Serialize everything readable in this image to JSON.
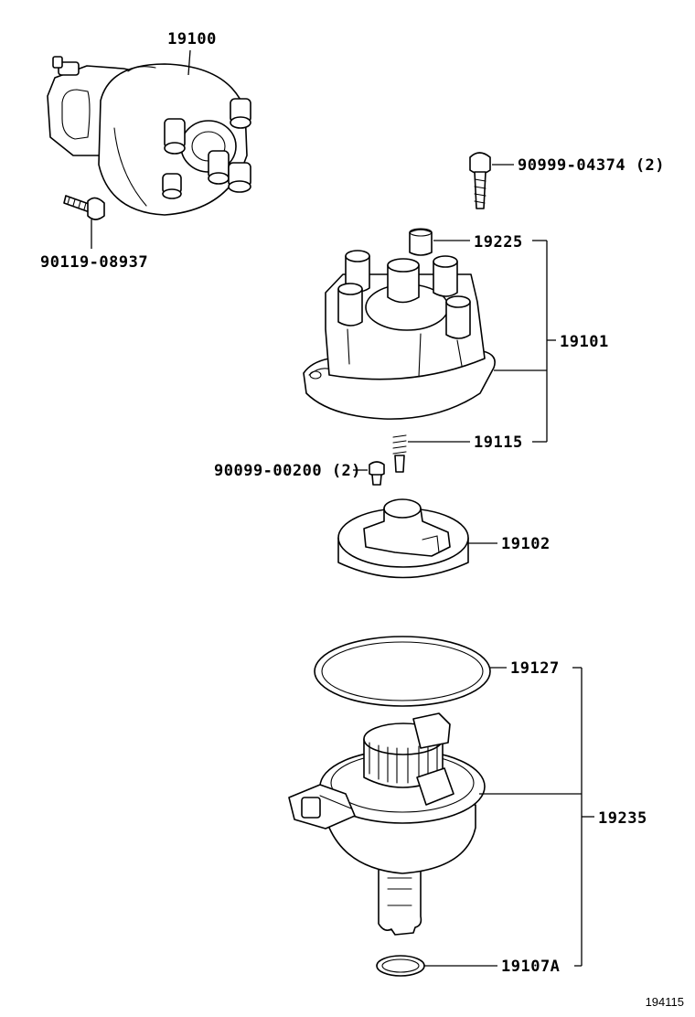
{
  "parts": {
    "distributor_assembly": "19100",
    "bolt_a": "90119-08937",
    "screw_cap": "90999-04374 (2)",
    "cap_insert": "19225",
    "cap_assembly": "19101",
    "spring_carbon": "19115",
    "screw_rotor": "90099-00200 (2)",
    "rotor": "19102",
    "gasket": "19127",
    "housing_assembly": "19235",
    "o_ring": "19107A"
  },
  "figure_code": "194115"
}
